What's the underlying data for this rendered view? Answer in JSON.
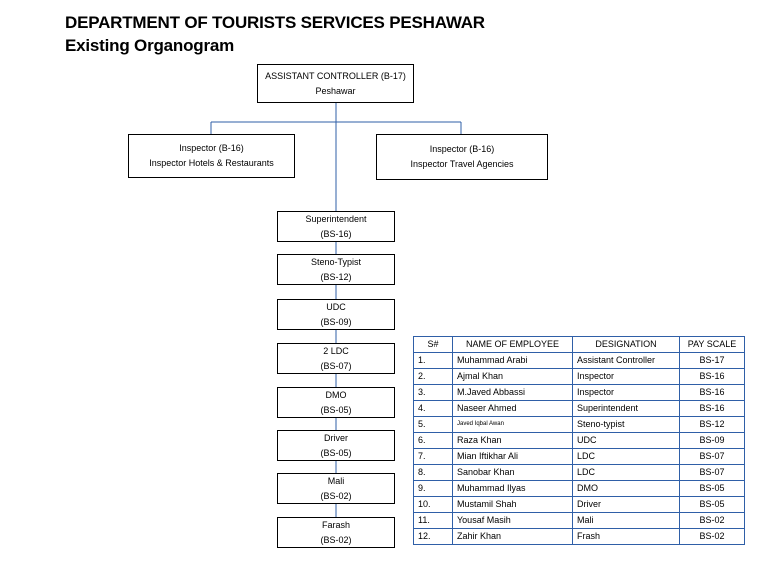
{
  "header": {
    "title": "DEPARTMENT OF TOURISTS SERVICES PESHAWAR",
    "subtitle": "Existing Organogram"
  },
  "organogram": {
    "root": {
      "line1": "ASSISTANT CONTROLLER (B-17)",
      "line2": "Peshawar"
    },
    "inspector_left": {
      "line1": "Inspector (B-16)",
      "line2": "Inspector  Hotels & Restaurants"
    },
    "inspector_right": {
      "line1": "Inspector (B-16)",
      "line2": "Inspector  Travel Agencies"
    },
    "chain": [
      {
        "line1": "Superintendent",
        "line2": "(BS-16)"
      },
      {
        "line1": "Steno-Typist",
        "line2": "(BS-12)"
      },
      {
        "line1": "UDC",
        "line2": "(BS-09)"
      },
      {
        "line1": "2 LDC",
        "line2": "(BS-07)"
      },
      {
        "line1": "DMO",
        "line2": "(BS-05)"
      },
      {
        "line1": "Driver",
        "line2": "(BS-05)"
      },
      {
        "line1": "Mali",
        "line2": "(BS-02)"
      },
      {
        "line1": "Farash",
        "line2": "(BS-02)"
      }
    ]
  },
  "staff_table": {
    "headers": [
      "S#",
      "NAME OF EMPLOYEE",
      "DESIGNATION",
      "PAY SCALE"
    ],
    "rows": [
      [
        "1.",
        "Muhammad Arabi",
        "Assistant Controller",
        "BS-17"
      ],
      [
        "2.",
        "Ajmal Khan",
        "Inspector",
        "BS-16"
      ],
      [
        "3.",
        "M.Javed Abbassi",
        "Inspector",
        "BS-16"
      ],
      [
        "4.",
        "Naseer Ahmed",
        "Superintendent",
        "BS-16"
      ],
      [
        "5.",
        "Javed Iqbal Awan",
        "Steno-typist",
        "BS-12"
      ],
      [
        "6.",
        "Raza Khan",
        "UDC",
        "BS-09"
      ],
      [
        "7.",
        "Mian Iftikhar Ali",
        "LDC",
        "BS-07"
      ],
      [
        "8.",
        "Sanobar Khan",
        "LDC",
        "BS-07"
      ],
      [
        "9.",
        "Muhammad Ilyas",
        "DMO",
        "BS-05"
      ],
      [
        "10.",
        "Mustamil Shah",
        "Driver",
        "BS-05"
      ],
      [
        "11.",
        "Yousaf Masih",
        "Mali",
        "BS-02"
      ],
      [
        "12.",
        "Zahir Khan",
        "Frash",
        "BS-02"
      ]
    ]
  },
  "colors": {
    "connector": "#2f5fa7",
    "table_border": "#2f5fa7",
    "box_border": "#000000"
  }
}
